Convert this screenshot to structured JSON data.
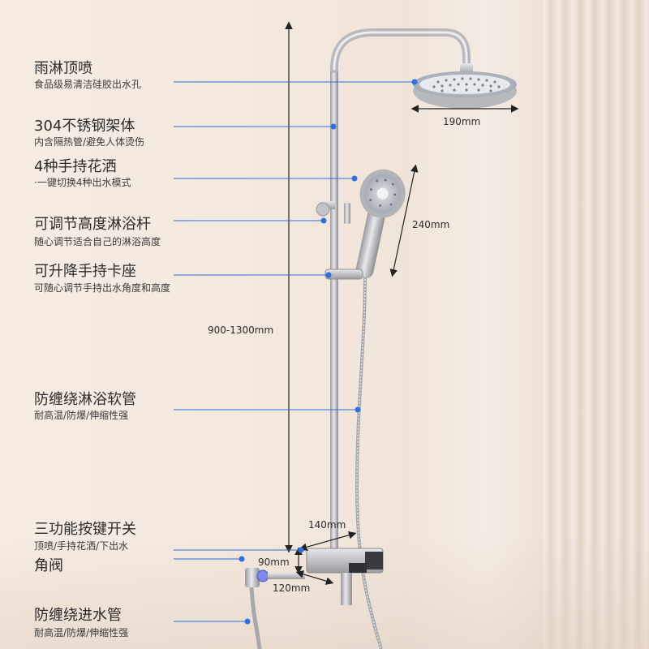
{
  "features": [
    {
      "title": "雨淋顶喷",
      "desc": "食品级易清洁硅胶出水孔"
    },
    {
      "title": "304不锈钢架体",
      "desc": "内含隔热管/避免人体烫伤"
    },
    {
      "title": "4种手持花洒",
      "desc": "·一键切换4种出水模式"
    },
    {
      "title": "可调节高度淋浴杆",
      "desc": "随心调节适合自己的淋浴高度"
    },
    {
      "title": "可升降手持卡座",
      "desc": "可随心调节手持出水角度和高度"
    },
    {
      "title": "防缠绕淋浴软管",
      "desc": "耐高温/防爆/伸缩性强"
    },
    {
      "title": "三功能按键开关",
      "desc": "顶喷/手持花洒/下出水"
    },
    {
      "title": "角阀",
      "desc": ""
    },
    {
      "title": "防缠绕进水管",
      "desc": "耐高温/防爆/伸缩性强"
    }
  ],
  "dimensions": {
    "top_spray": "190mm",
    "handheld": "240mm",
    "height": "900-1300mm",
    "mixer_width": "140mm",
    "mixer_height": "90mm",
    "mixer_depth": "120mm"
  },
  "colors": {
    "callout_line": "#2f6fe0",
    "callout_dot": "#2f6fe0",
    "steel": "#c9c9cc"
  }
}
